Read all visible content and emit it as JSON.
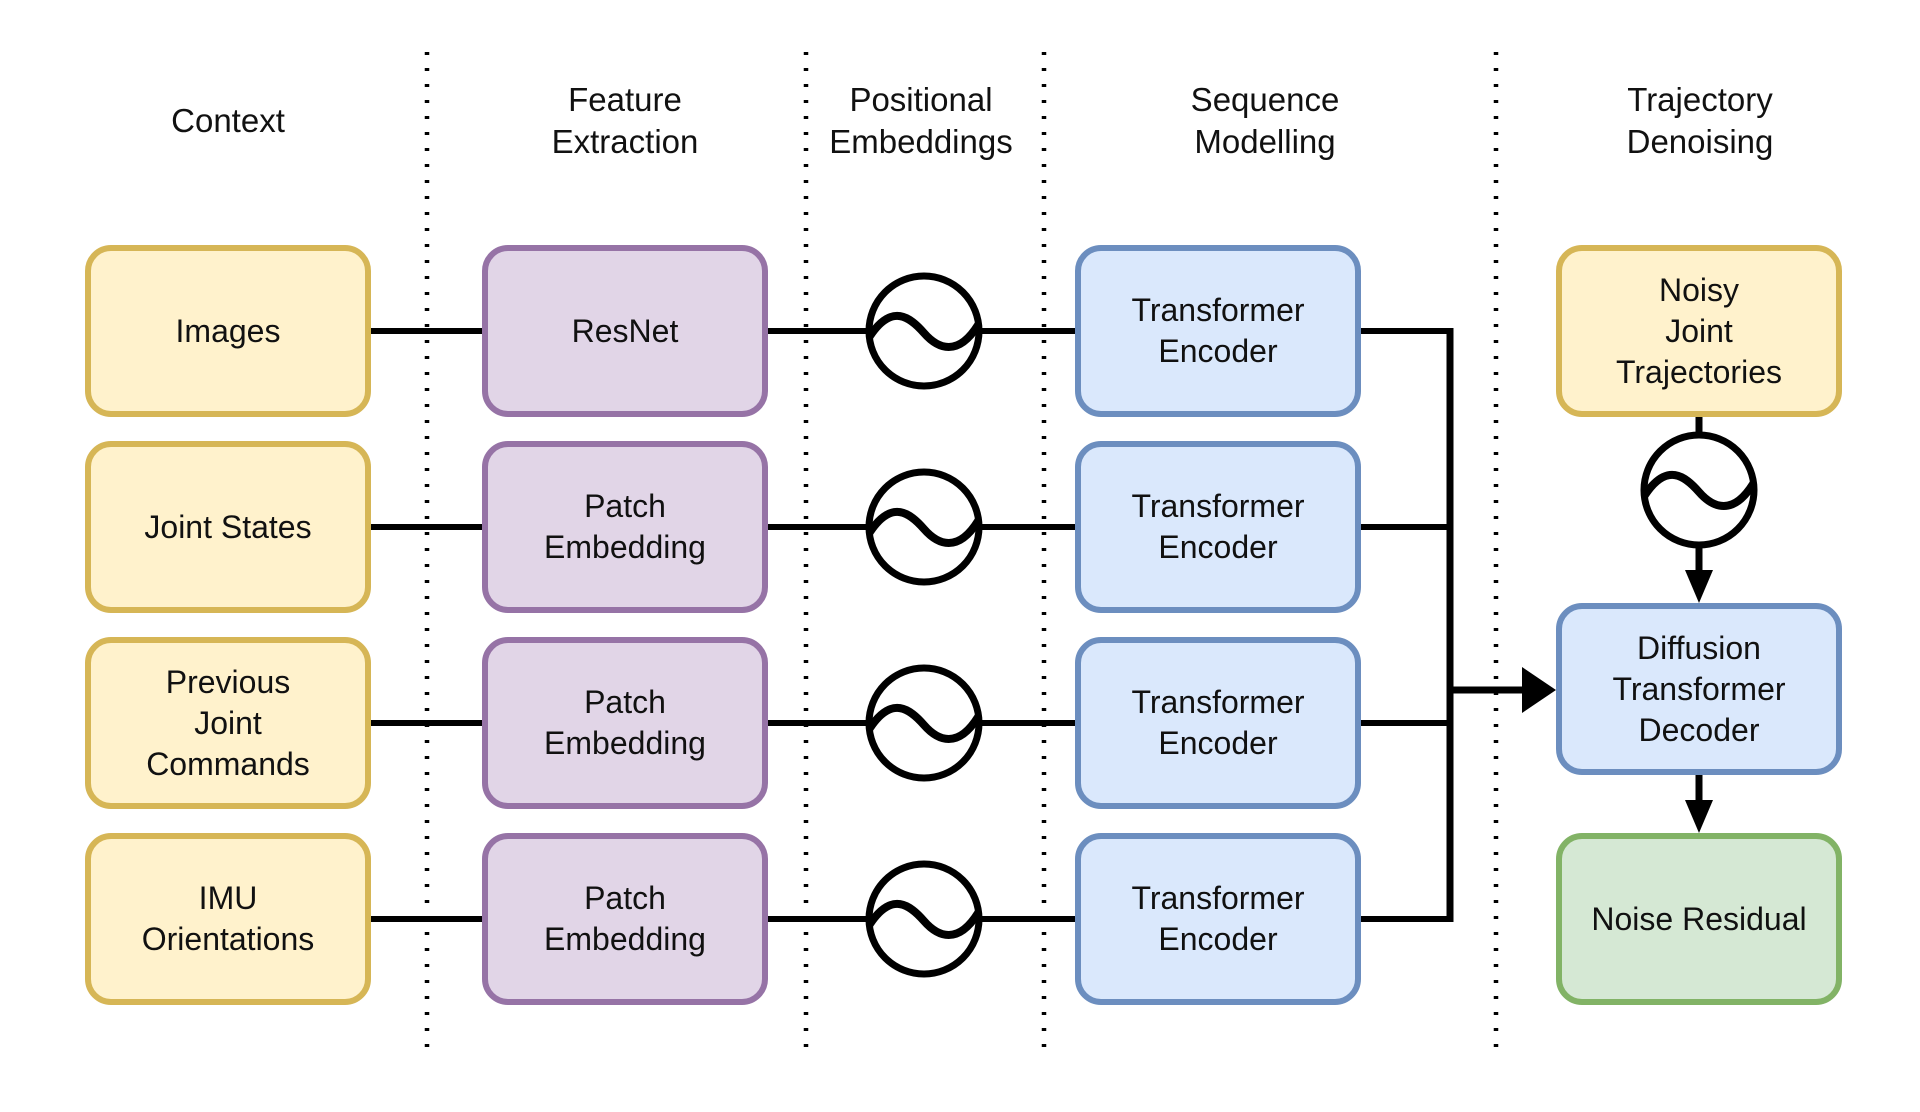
{
  "colors": {
    "context_fill": "#fff2cc",
    "context_stroke": "#d6b656",
    "feature_fill": "#e1d5e7",
    "feature_stroke": "#9673a6",
    "encoder_fill": "#dae8fc",
    "encoder_stroke": "#6c8ebf",
    "output_fill": "#d5e8d4",
    "output_stroke": "#82b366",
    "line": "#000000"
  },
  "columns": [
    {
      "id": "context",
      "label": "Context"
    },
    {
      "id": "feature",
      "label": "Feature\nExtraction"
    },
    {
      "id": "positional",
      "label": "Positional\nEmbeddings"
    },
    {
      "id": "sequence",
      "label": "Sequence\nModelling"
    },
    {
      "id": "denoising",
      "label": "Trajectory\nDenoising"
    }
  ],
  "rows": [
    {
      "input": "Images",
      "extractor": "ResNet",
      "encoder": "Transformer\nEncoder",
      "positional_icon": "sinusoid-icon"
    },
    {
      "input": "Joint States",
      "extractor": "Patch\nEmbedding",
      "encoder": "Transformer\nEncoder",
      "positional_icon": "sinusoid-icon"
    },
    {
      "input": "Previous\nJoint\nCommands",
      "extractor": "Patch\nEmbedding",
      "encoder": "Transformer\nEncoder",
      "positional_icon": "sinusoid-icon"
    },
    {
      "input": "IMU\nOrientations",
      "extractor": "Patch\nEmbedding",
      "encoder": "Transformer\nEncoder",
      "positional_icon": "sinusoid-icon"
    }
  ],
  "denoising": {
    "noisy_input": "Noisy\nJoint\nTrajectories",
    "decoder": "Diffusion\nTransformer\nDecoder",
    "output": "Noise Residual",
    "positional_icon": "sinusoid-icon"
  }
}
